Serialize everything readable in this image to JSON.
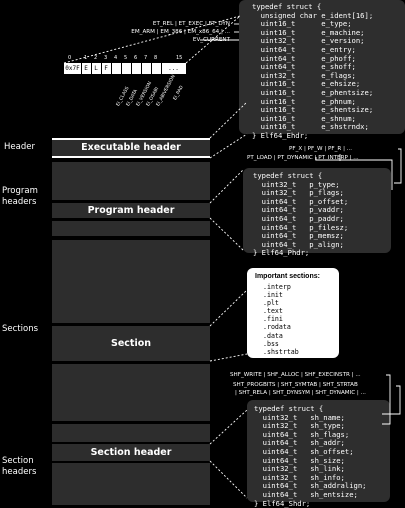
{
  "left_labels": {
    "header": "Header",
    "program_headers": "Program headers",
    "sections": "Sections",
    "section_headers": "Section headers"
  },
  "blocks": {
    "executable_header": "Executable header",
    "program_header": "Program header",
    "section": "Section",
    "section_header": "Section header"
  },
  "ident": {
    "tick_labels": [
      "0",
      "1",
      "2",
      "3",
      "4",
      "5",
      "6",
      "7",
      "8",
      "15"
    ],
    "cells": [
      "0x7F",
      "E",
      "L",
      "F",
      "",
      "",
      "",
      "",
      "",
      "..."
    ],
    "rotated_labels": [
      "EI_CLASS",
      "EI_DATA",
      "EI_VERSION",
      "EI_OSABI",
      "EI_ABIVERSION",
      "EI_PAD"
    ],
    "flags": [
      "ET_REL | ET_EXEC | ET_DYN",
      "EM_ARM | EM_386 | EM_x86_64 | ...",
      "EV_CURRENT"
    ]
  },
  "ehdr_struct": "typedef struct {\n  unsigned char e_ident[16];\n  uint16_t      e_type;\n  uint16_t      e_machine;\n  uint32_t      e_version;\n  uint64_t      e_entry;\n  uint64_t      e_phoff;\n  uint64_t      e_shoff;\n  uint32_t      e_flags;\n  uint16_t      e_ehsize;\n  uint16_t      e_phentsize;\n  uint16_t      e_phnum;\n  uint16_t      e_shentsize;\n  uint16_t      e_shnum;\n  uint16_t      e_shstrndx;\n} Elf64_Ehdr;",
  "phdr_flags": [
    "PF_X | PF_W | PF_R | ...",
    "PT_LOAD | PT_DYNAMIC | PT_INTERP | ..."
  ],
  "phdr_struct": "typedef struct {\n  uint32_t   p_type;\n  uint32_t   p_flags;\n  uint64_t   p_offset;\n  uint64_t   p_vaddr;\n  uint64_t   p_paddr;\n  uint64_t   p_filesz;\n  uint64_t   p_memsz;\n  uint64_t   p_align;\n} Elf64_Phdr;",
  "sections_box": {
    "title": "Important sections:",
    "items": [
      ".interp",
      ".init",
      ".plt",
      ".text",
      ".fini",
      ".rodata",
      ".data",
      ".bss",
      ".shstrtab"
    ]
  },
  "shdr_flags": [
    "SHF_WRITE | SHF_ALLOC | SHF_EXECINSTR | ...",
    "SHT_PROGBITS | SHT_SYMTAB | SHT_STRTAB",
    "| SHT_RELA | SHT_DYNSYM | SHT_DYNAMIC | ..."
  ],
  "shdr_struct": "typedef struct {\n  uint32_t   sh_name;\n  uint32_t   sh_type;\n  uint64_t   sh_flags;\n  uint64_t   sh_addr;\n  uint64_t   sh_offset;\n  uint64_t   sh_size;\n  uint32_t   sh_link;\n  uint32_t   sh_info;\n  uint64_t   sh_addralign;\n  uint64_t   sh_entsize;\n} Elf64_Shdr;",
  "colors": {
    "background": "#000000",
    "panel": "#2e2e2e",
    "block": "#2d2d2d",
    "highlight": "#ffffff"
  }
}
